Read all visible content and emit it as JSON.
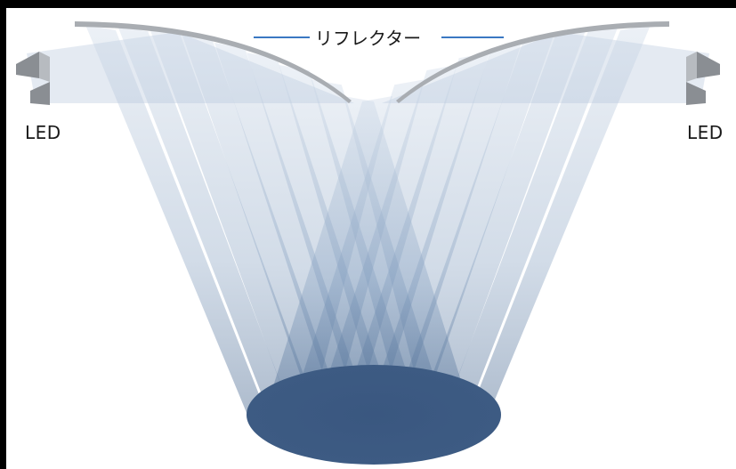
{
  "labels": {
    "reflector": "リフレクター",
    "led_left": "LED",
    "led_right": "LED"
  },
  "colors": {
    "background": "#000000",
    "panel": "#ffffff",
    "beam": "#5a7aa0",
    "beam_light": "#b8c8dc",
    "spot": "#3d5a80",
    "reflector": "#a9adb2",
    "led_body": "#8a8e93",
    "callout_line": "#3a78c2"
  }
}
